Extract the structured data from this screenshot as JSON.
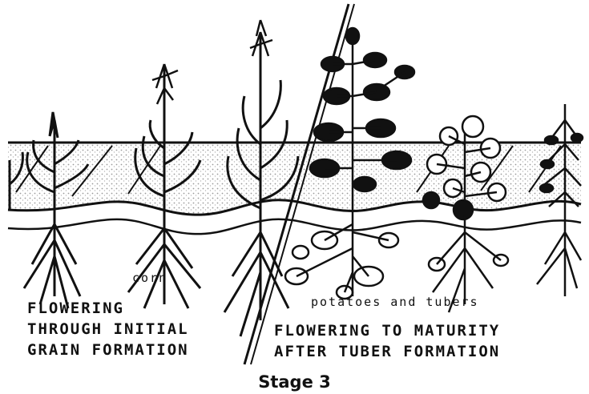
{
  "left_section": {
    "crop_label": "corn",
    "stage_lines": [
      "FLOWERING",
      "THROUGH INITIAL",
      "GRAIN FORMATION"
    ]
  },
  "right_section": {
    "crop_label": "potatoes and tubers",
    "stage_lines": [
      "FLOWERING TO MATURITY",
      "AFTER TUBER FORMATION"
    ]
  },
  "caption": "Stage 3",
  "colors": {
    "ink": "#111111",
    "paper": "#ffffff",
    "stipple": "#cfcfcf"
  }
}
